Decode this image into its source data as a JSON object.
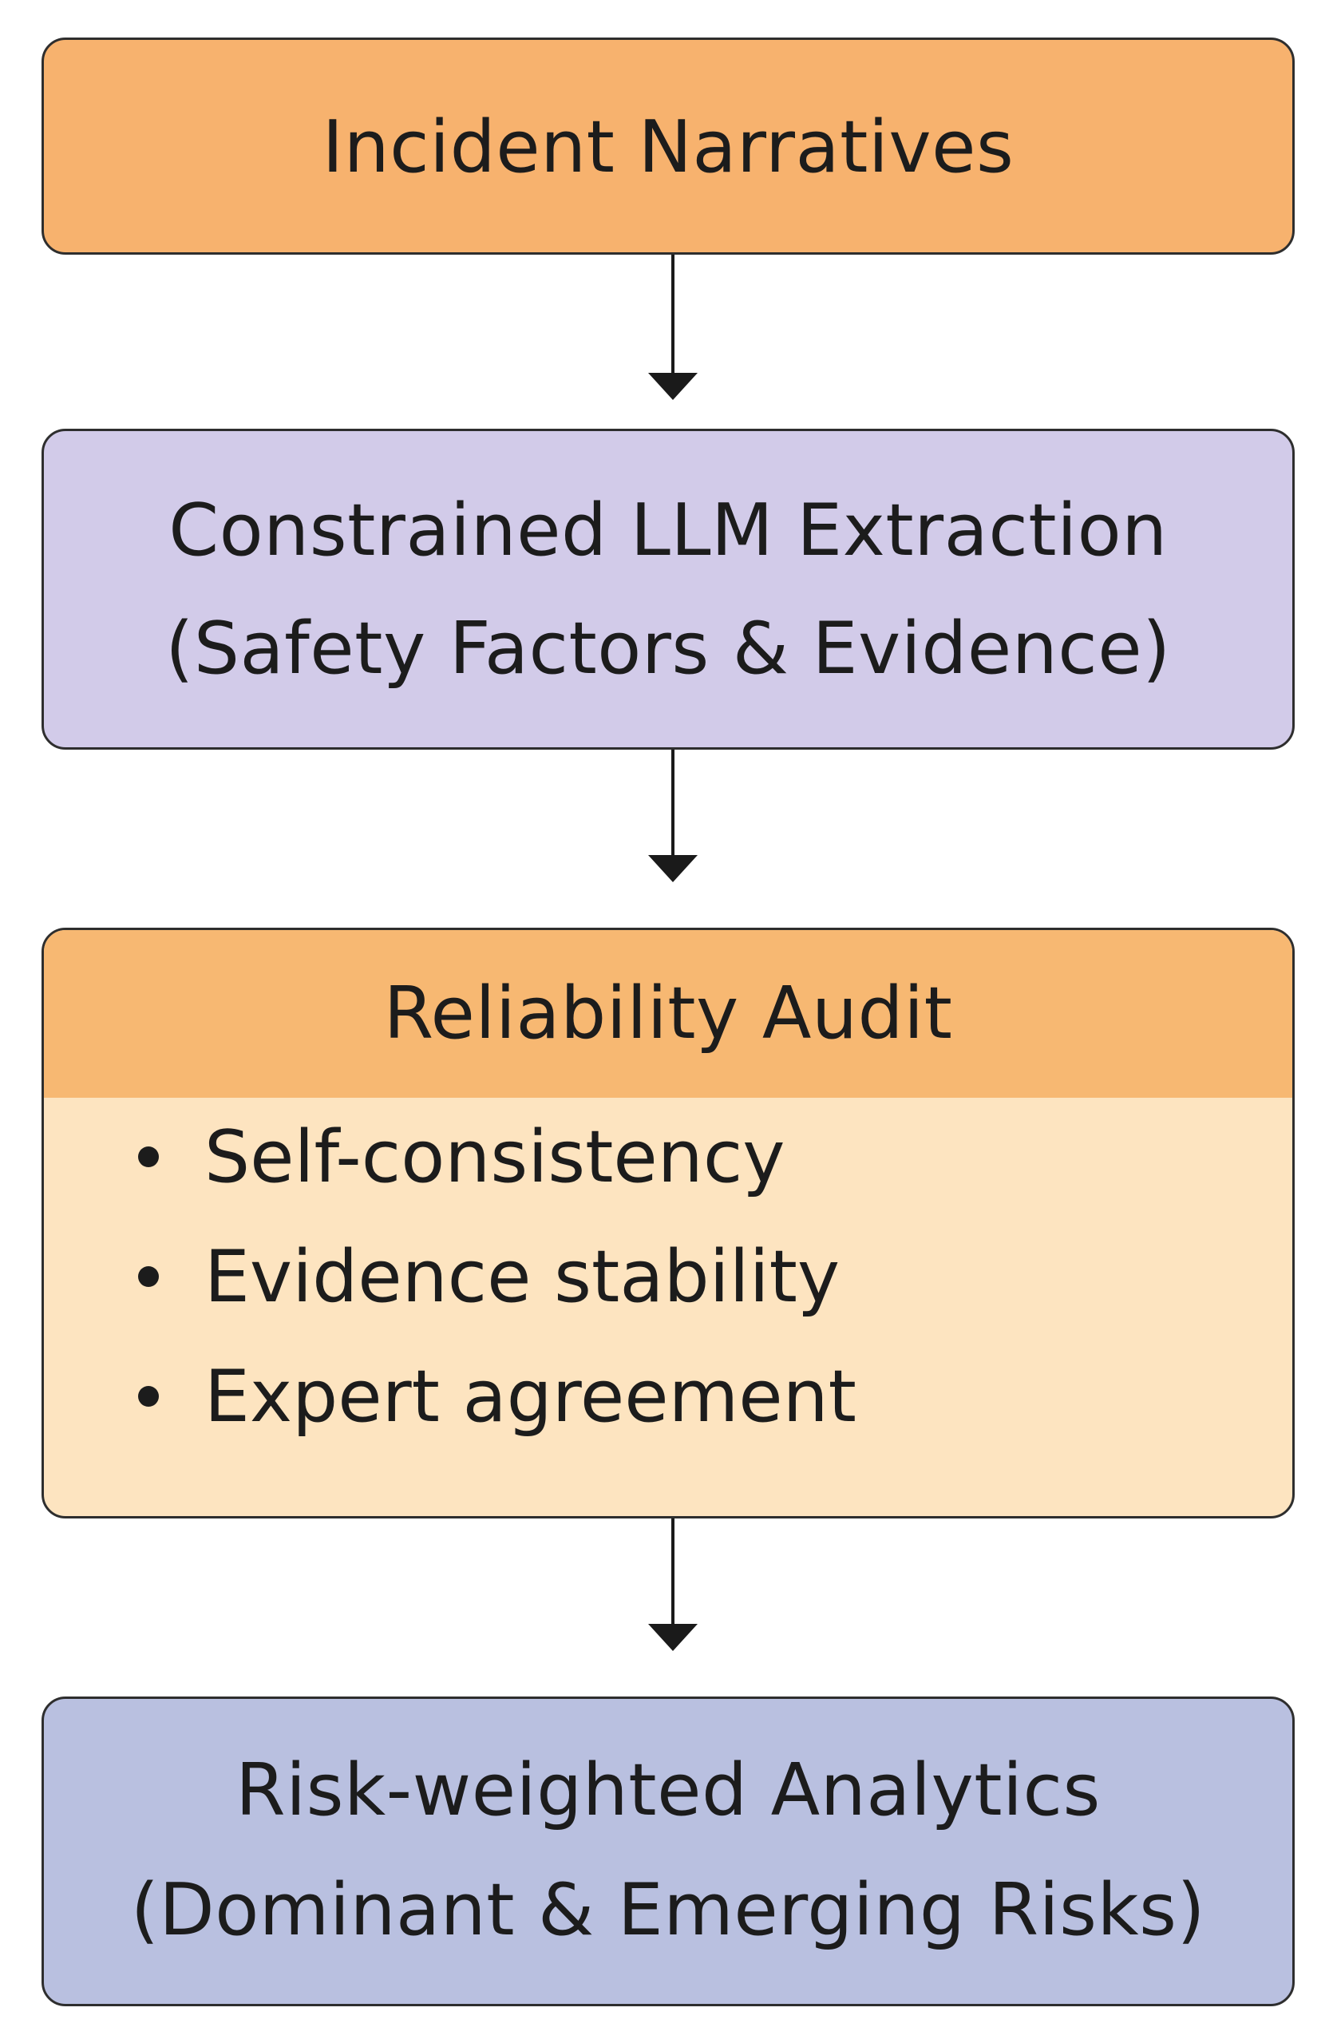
{
  "diagram": {
    "steps": [
      {
        "lines": [
          "Incident Narratives"
        ]
      },
      {
        "lines": [
          "Constrained LLM Extraction",
          "(Safety Factors & Evidence)"
        ]
      },
      {
        "title": "Reliability Audit",
        "bullets": [
          "Self-consistency",
          "Evidence stability",
          "Expert agreement"
        ]
      },
      {
        "lines": [
          "Risk-weighted Analytics",
          "(Dominant & Emerging Risks)"
        ]
      }
    ]
  },
  "colors": {
    "input_box": "#f7b26e",
    "extraction_box": "#d2cbe9",
    "audit_header": "#f7b872",
    "audit_body": "#fde4c0",
    "analytics_box": "#b9c0e0",
    "border": "#2e2e2e",
    "arrow": "#1a1a1a"
  }
}
